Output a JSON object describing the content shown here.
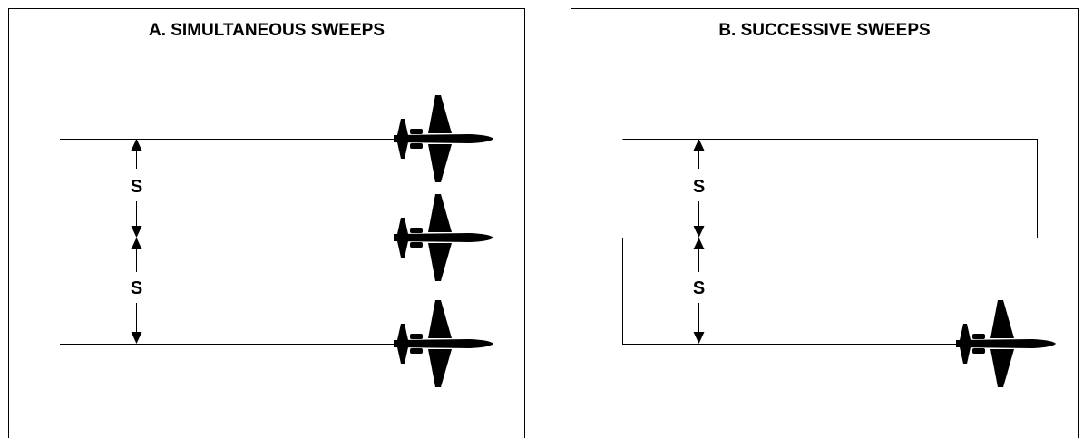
{
  "panel_a": {
    "title": "A. SIMULTANEOUS SWEEPS",
    "spacing_labels": [
      "S",
      "S"
    ]
  },
  "panel_b": {
    "title": "B. SUCCESSIVE SWEEPS",
    "spacing_labels": [
      "S",
      "S"
    ]
  },
  "icons": {
    "aircraft": "aircraft-icon"
  },
  "colors": {
    "line": "#000000",
    "background": "#ffffff"
  }
}
